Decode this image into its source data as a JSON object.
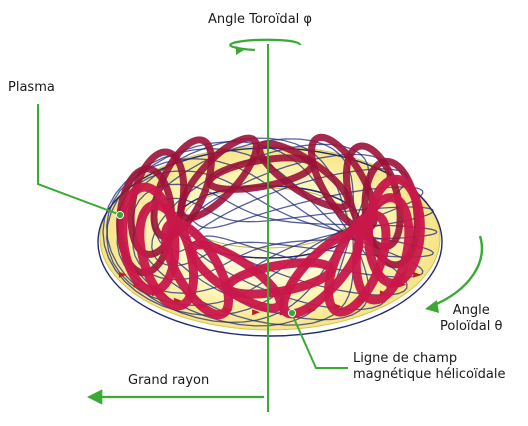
{
  "labels": {
    "toroidal_angle": "Angle Toroïdal φ",
    "plasma": "Plasma",
    "poloidal_line1": "Angle",
    "poloidal_line2": "Poloïdal θ",
    "field_line1": "Ligne de champ",
    "field_line2": "magnétique hélicoïdale",
    "major_radius": "Grand rayon"
  },
  "colors": {
    "annotation_green": "#3aaa35",
    "coil_crimson": "#c8174a",
    "plasma_yellow": "#fbf3a8",
    "field_line_navy": "#1f2a78",
    "axis_line": "#3aaa35",
    "arrow_marker": "#b3261e"
  },
  "icons": {
    "rotation_arrow": "curved-arrow-icon"
  }
}
